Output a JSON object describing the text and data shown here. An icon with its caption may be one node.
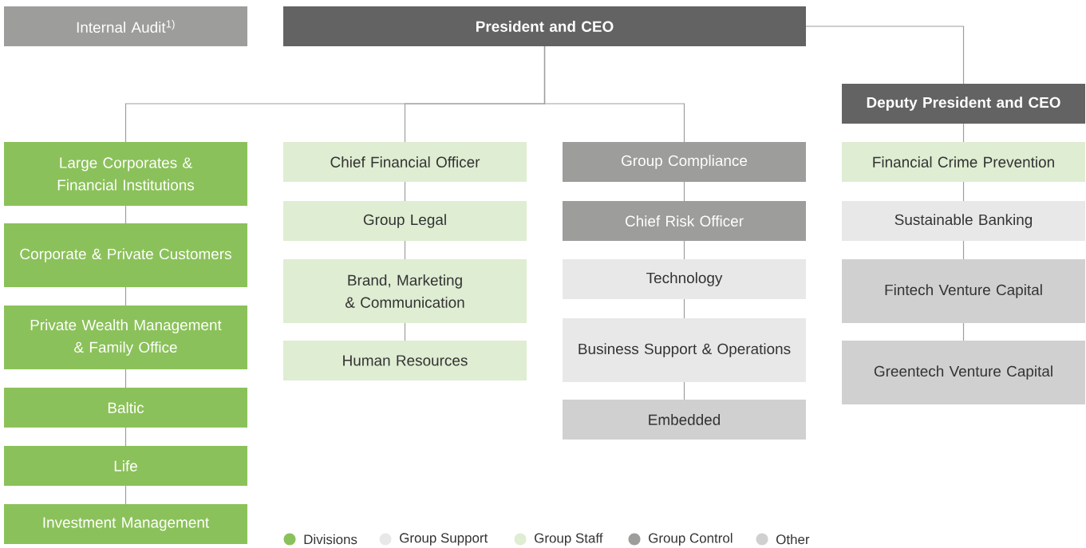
{
  "diagram": {
    "nodes": [
      {
        "text": [
          "Internal Audit$^{1)}$"
        ]
      },
      {
        "text": [
          "President and CEO"
        ]
      },
      {
        "text": [
          "Deputy President and CEO"
        ]
      },
      {
        "text": [
          "Large Corporates & Financial Institutions"
        ]
      },
      {
        "text": [
          "Corporate & Private Customers"
        ]
      },
      {
        "text": [
          "Private Wealth Management & Family Office"
        ]
      },
      {
        "text": [
          "Baltic"
        ]
      },
      {
        "text": [
          "Life"
        ]
      },
      {
        "text": [
          "Investment Management"
        ]
      },
      {
        "text": [
          "Chief Financial Officer"
        ]
      },
      {
        "text": [
          "Group Legal"
        ]
      },
      {
        "text": [
          "Brand, Marketing & Communication"
        ]
      },
      {
        "text": [
          "Human Resources"
        ]
      },
      {
        "text": [
          "Group Compliance"
        ]
      },
      {
        "text": [
          "Chief Risk Officer"
        ]
      },
      {
        "text": [
          "Technology"
        ]
      },
      {
        "text": [
          "Business Support & Operations"
        ]
      },
      {
        "text": [
          "Embedded"
        ]
      },
      {
        "text": [
          "Financial Crime Prevention"
        ]
      },
      {
        "text": [
          "Sustainable Banking"
        ]
      },
      {
        "text": [
          "Fintech Venture Capital"
        ]
      },
      {
        "text": [
          "Greentech Venture Capital"
        ]
      }
    ],
    "edges": [
      {
        "from": 1,
        "to": 3,
        "arrow": "none"
      },
      {
        "from": 1,
        "to": 9,
        "arrow": "none"
      },
      {
        "from": 1,
        "to": 13,
        "arrow": "none"
      },
      {
        "from": 1,
        "to": 2,
        "arrow": "none"
      },
      {
        "from": 3,
        "to": 4,
        "arrow": "none"
      },
      {
        "from": 4,
        "to": 5,
        "arrow": "none"
      },
      {
        "from": 5,
        "to": 6,
        "arrow": "none"
      },
      {
        "from": 6,
        "to": 7,
        "arrow": "none"
      },
      {
        "from": 7,
        "to": 8,
        "arrow": "none"
      },
      {
        "from": 9,
        "to": 10,
        "arrow": "none"
      },
      {
        "from": 10,
        "to": 11,
        "arrow": "none"
      },
      {
        "from": 11,
        "to": 12,
        "arrow": "none"
      },
      {
        "from": 13,
        "to": 14,
        "arrow": "none"
      },
      {
        "from": 14,
        "to": 15,
        "arrow": "none"
      },
      {
        "from": 15,
        "to": 16,
        "arrow": "none"
      },
      {
        "from": 16,
        "to": 17,
        "arrow": "none"
      },
      {
        "from": 2,
        "to": 18,
        "arrow": "none"
      },
      {
        "from": 18,
        "to": 19,
        "arrow": "none"
      },
      {
        "from": 19,
        "to": 20,
        "arrow": "none"
      },
      {
        "from": 20,
        "to": 21,
        "arrow": "none"
      }
    ],
    "legend": [
      {
        "text": "Divisions",
        "color": "#8bc15a"
      },
      {
        "text": "Group Support",
        "color": "#e8e8e8"
      },
      {
        "text": "Group Staff",
        "color": "#dfedd3"
      },
      {
        "text": "Group Control",
        "color": "#9d9d9c"
      },
      {
        "text": "Other",
        "color": "#d0d0d0"
      }
    ]
  }
}
